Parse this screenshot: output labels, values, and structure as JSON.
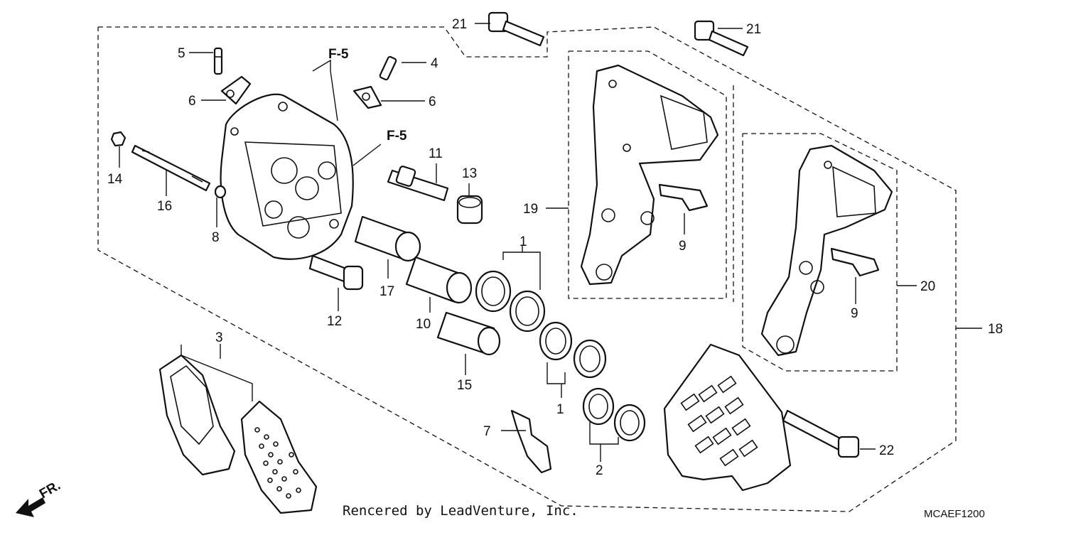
{
  "callouts": {
    "c1_top": "1",
    "c1_bottom": "1",
    "c2": "2",
    "c3": "3",
    "c4": "4",
    "c5": "5",
    "c6_left": "6",
    "c6_right": "6",
    "c7": "7",
    "c8": "8",
    "c9_left": "9",
    "c9_right": "9",
    "c10": "10",
    "c11": "11",
    "c12": "12",
    "c13": "13",
    "c14": "14",
    "c15": "15",
    "c16": "16",
    "c17": "17",
    "c18": "18",
    "c19": "19",
    "c20": "20",
    "c21_left": "21",
    "c21_right": "21",
    "c22": "22"
  },
  "references": {
    "ref_top": "F-5",
    "ref_middle": "F-5"
  },
  "direction_label": "FR.",
  "credit": "Rencered by LeadVenture, Inc.",
  "diagram_code": "MCAEF1200"
}
